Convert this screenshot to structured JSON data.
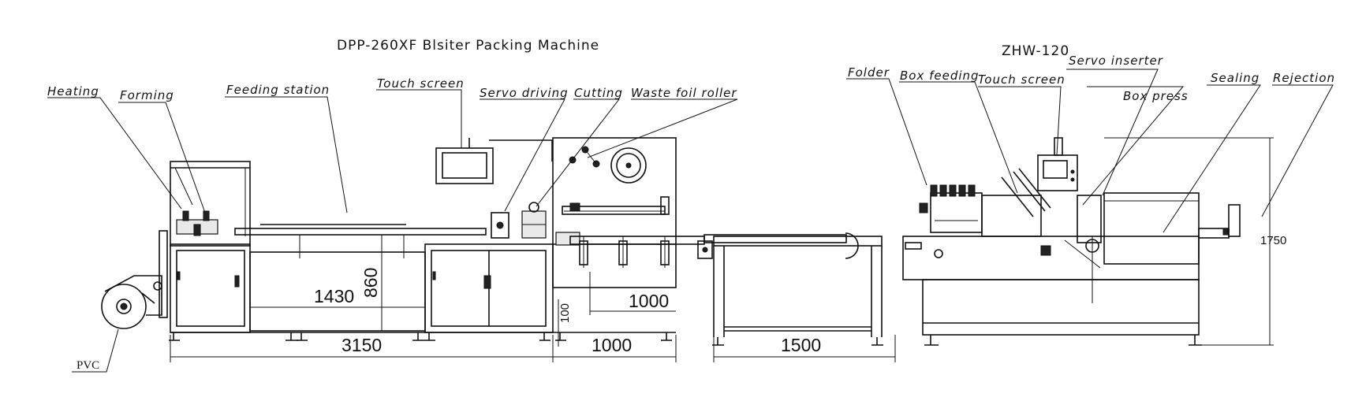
{
  "machine1": {
    "title": "DPP-260XF Blsiter Packing Machine"
  },
  "machine2": {
    "title": "ZHW-120"
  },
  "labels": {
    "heating": "Heating",
    "forming": "Forming",
    "feeding_station": "Feeding station",
    "touch_screen_1": "Touch screen",
    "servo_driving": "Servo driving",
    "cutting": "Cutting",
    "waste_foil_roller": "Waste foil roller",
    "folder": "Folder",
    "box_feeding": "Box feeding",
    "touch_screen_2": "Touch screen",
    "servo_inserter": "Servo inserter",
    "box_press": "Box press",
    "sealing": "Sealing",
    "rejection": "Rejection",
    "pvc": "PVC"
  },
  "dimensions": {
    "d3150": "3150",
    "d1430": "1430",
    "d860": "860",
    "d1000_upper": "1000",
    "d1000_lower": "1000",
    "d1500": "1500",
    "d1750": "1750",
    "d100": "100"
  }
}
